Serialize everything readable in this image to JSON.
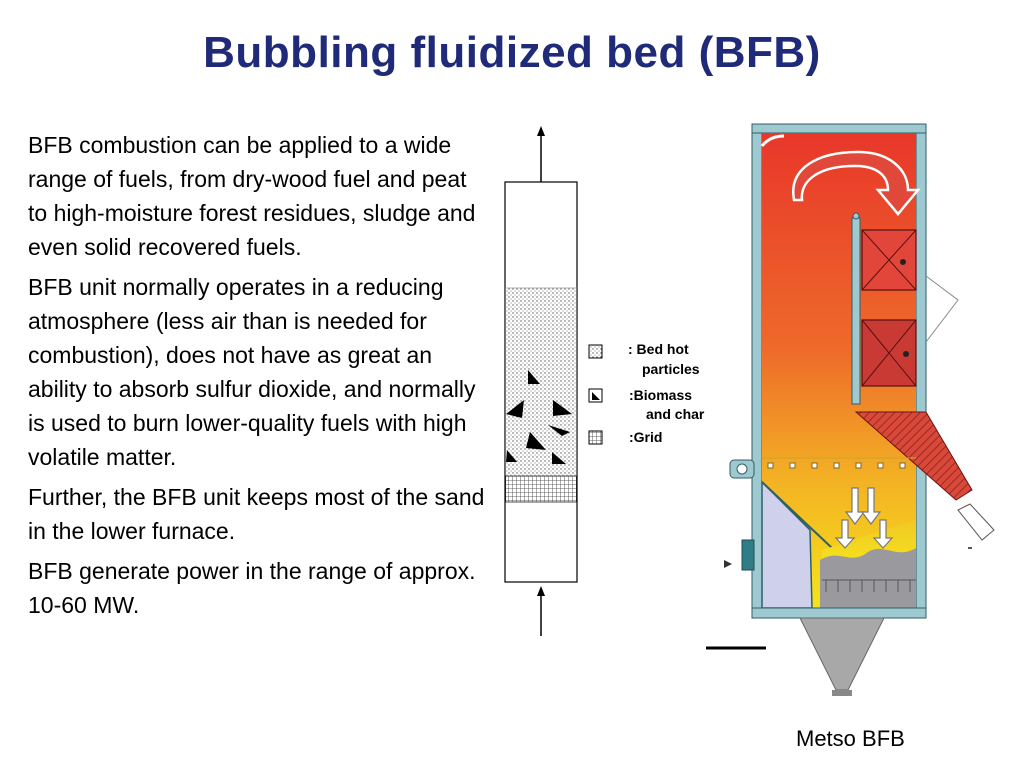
{
  "slide": {
    "title": "Bubbling fluidized bed (BFB)",
    "paragraphs": [
      "BFB combustion can be applied to a wide range of fuels, from dry-wood fuel and peat to high-moisture forest residues, sludge and even solid recovered fuels.",
      "BFB unit normally operates in a reducing atmosphere (less air than is needed for combustion), does not have as great an ability to absorb sulfur dioxide, and normally is used to burn lower-quality fuels with high volatile matter.",
      "Further, the BFB unit keeps most of the sand in the lower furnace.",
      "BFB  generate power in the range of approx. 10-60 MW."
    ],
    "caption": "Metso  BFB"
  },
  "legend": {
    "bed_line1": ": Bed hot",
    "bed_line2": "particles",
    "biomass_line1": ":Biomass",
    "biomass_line2": "and char",
    "grid": ":Grid"
  },
  "colors": {
    "title": "#1f2a78",
    "furnace_top": "#e8372a",
    "furnace_bottom": "#f5e61a",
    "frame": "#9fc9d0",
    "hatch": "#c0292a"
  },
  "icons": [
    "up-arrow-icon",
    "curved-flow-arrow-icon",
    "bed-particles-swatch-icon",
    "biomass-swatch-icon",
    "grid-swatch-icon"
  ]
}
